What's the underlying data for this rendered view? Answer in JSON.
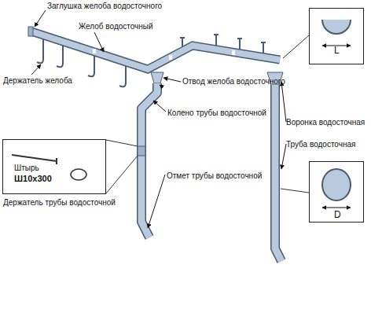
{
  "diagram": {
    "nodes": [
      {
        "text": [
          "Штырь",
          "Ш10х300"
        ]
      },
      {
        "text": [
          "L"
        ]
      },
      {
        "text": [
          "D"
        ]
      }
    ],
    "labels": [
      "Заглушка желоба водосточного",
      "Желоб водосточный",
      "Держатель желоба",
      "Отвод желоба водосточного",
      "Колено трубы водосточной",
      "Воронка водосточная",
      "Труба водосточная",
      "Отмет трубы водосточной",
      "Держатель трубы водосточной"
    ]
  }
}
